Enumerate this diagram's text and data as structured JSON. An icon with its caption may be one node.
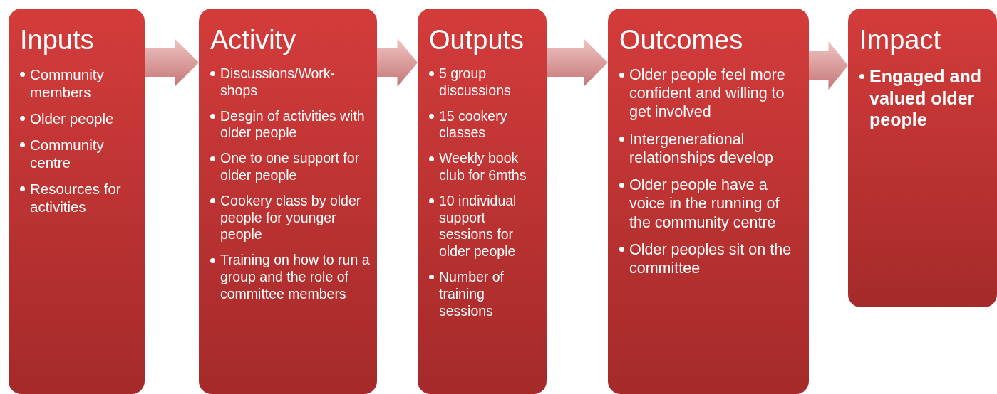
{
  "diagram": {
    "nodes": [
      {
        "text": [
          "Inputs",
          "Community members",
          "Older people",
          "Community centre",
          "Resources for activities"
        ]
      },
      {
        "text": [
          "Activity",
          "Discussions/Work-shops",
          "Desgin of activities with older people",
          "One to one support for older people",
          "Cookery class by older people for younger people",
          "Training on how to run a group and the role of committee members"
        ]
      },
      {
        "text": [
          "Outputs",
          "5 group discussions",
          "15 cookery classes",
          "Weekly book club for 6mths",
          "10 individual support sessions for older people",
          "Number of training sessions"
        ]
      },
      {
        "text": [
          "Outcomes",
          "Older people feel more confident and willing to get involved",
          "Intergenerational relationships develop",
          "Older people have a voice in the running of the community centre",
          "Older peoples sit  on the committee"
        ]
      },
      {
        "text": [
          "Impact",
          "Engaged and valued older people"
        ]
      }
    ],
    "edges": [
      {
        "from": 0,
        "to": 1,
        "arrow": "to"
      },
      {
        "from": 1,
        "to": 2,
        "arrow": "to"
      },
      {
        "from": 2,
        "to": 3,
        "arrow": "to"
      },
      {
        "from": 3,
        "to": 4,
        "arrow": "to"
      }
    ]
  }
}
